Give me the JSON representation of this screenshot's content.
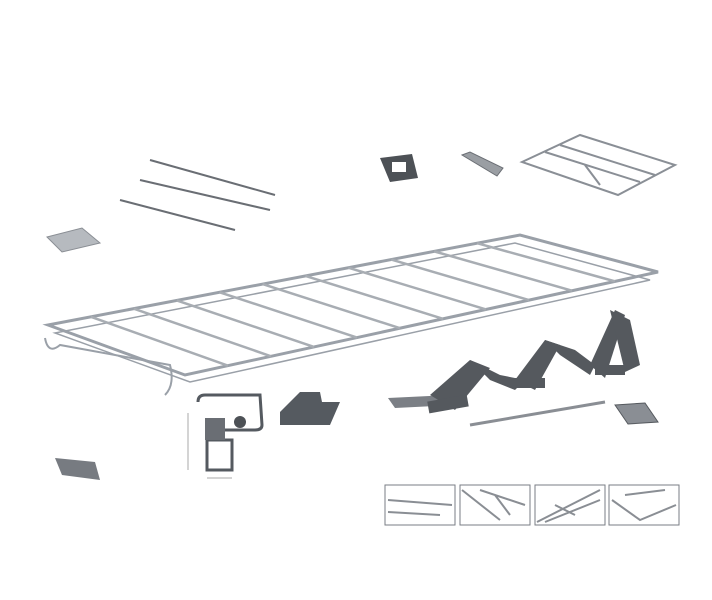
{
  "colors": {
    "background": "#ffffff",
    "frame": "#9aa0a8",
    "frame_dark": "#5f6368",
    "bracket": "#55595e",
    "panel": "#b8bcc0",
    "thumb_border": "#7a7e84"
  },
  "parts": [
    "roof-rack-frame",
    "side-rails",
    "mounting-plate",
    "clamp-bracket",
    "end-cap",
    "ladder-roller-frame",
    "ladder-stops",
    "cross-rod",
    "foot-clip",
    "fixing-hook",
    "profile-cross-section",
    "detail-thumbnails"
  ]
}
